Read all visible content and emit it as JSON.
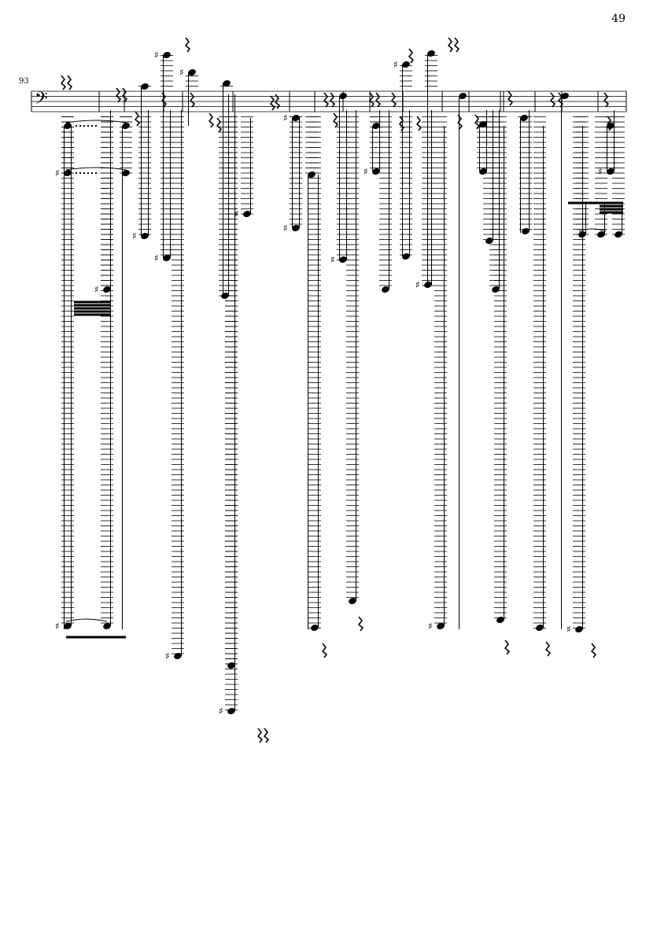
{
  "page": {
    "page_number": "49",
    "measure_number": "93"
  },
  "score": {
    "clef": "bass",
    "ink_color": "#000000"
  }
}
